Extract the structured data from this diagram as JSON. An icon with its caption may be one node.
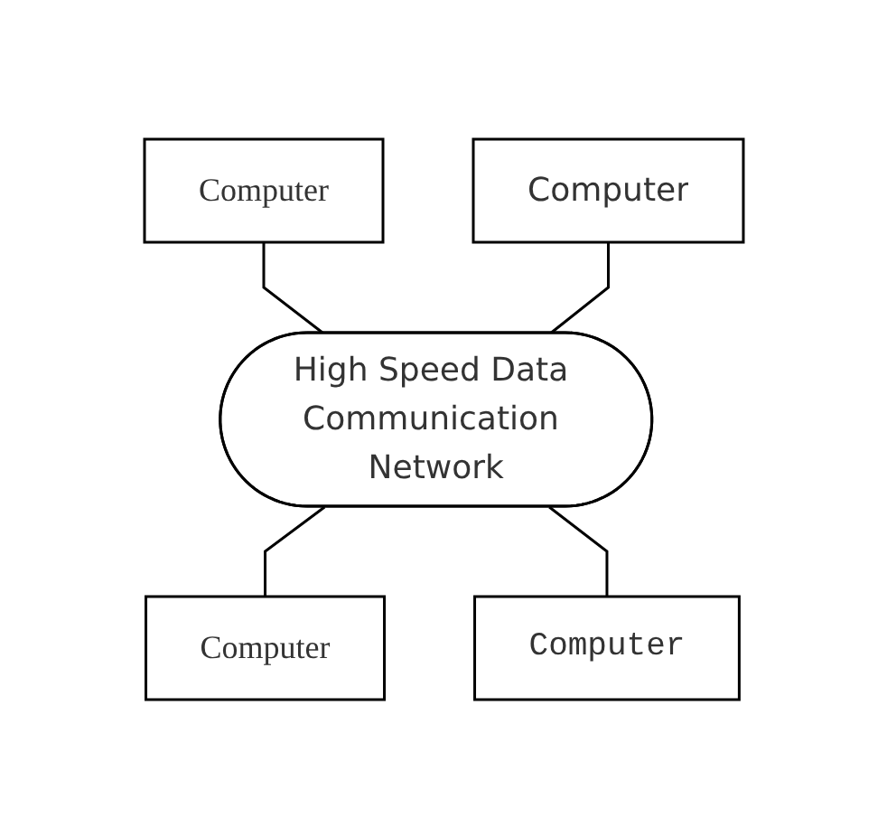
{
  "diagram": {
    "nodes": [
      {
        "text": [
          "Computer"
        ]
      },
      {
        "text": [
          "Computer"
        ]
      },
      {
        "text": [
          "High Speed Data Communication Network"
        ]
      },
      {
        "text": [
          "Computer"
        ]
      },
      {
        "text": [
          "Computer"
        ]
      }
    ],
    "edges": [
      {
        "from": 0,
        "to": 2,
        "arrow": "none"
      },
      {
        "from": 1,
        "to": 2,
        "arrow": "none"
      },
      {
        "from": 2,
        "to": 3,
        "arrow": "none"
      },
      {
        "from": 2,
        "to": 4,
        "arrow": "none"
      }
    ]
  }
}
